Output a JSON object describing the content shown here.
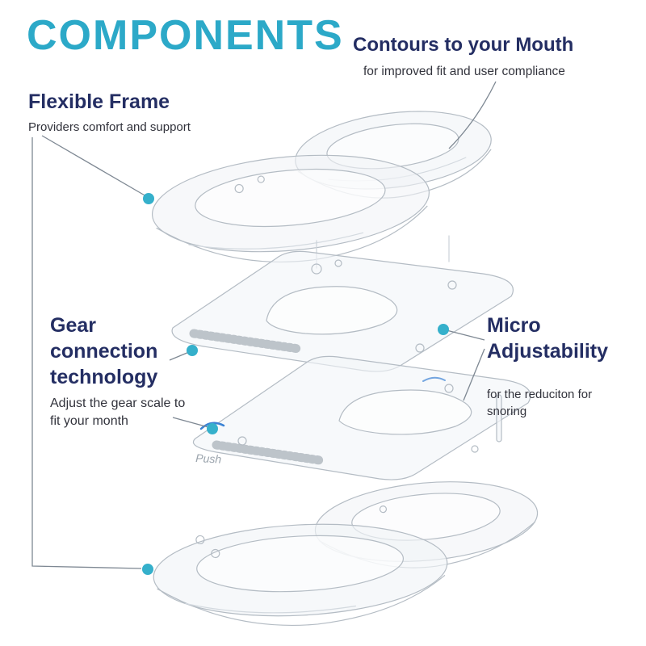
{
  "colors": {
    "accent_teal": "#2ca9c8",
    "navy": "#242e63",
    "body_text": "#32333c",
    "callout_dot": "#35b0cb",
    "device_stroke": "#b4bcc4",
    "blue_accent": "#3b82d4"
  },
  "header": {
    "title": "COMPONENTS"
  },
  "callouts": {
    "contours": {
      "title": "Contours to your Mouth",
      "subtitle": "for improved fit and user compliance"
    },
    "flexible_frame": {
      "title": "Flexible Frame",
      "subtitle": "Providers comfort and support"
    },
    "gear_connection": {
      "title": "Gear connection technology",
      "subtitle": "Adjust the gear scale to fit your month"
    },
    "micro_adjustability": {
      "title": "Micro Adjustability",
      "subtitle": "for the reduciton for snoring"
    }
  },
  "illustration": {
    "marking": "Push"
  }
}
